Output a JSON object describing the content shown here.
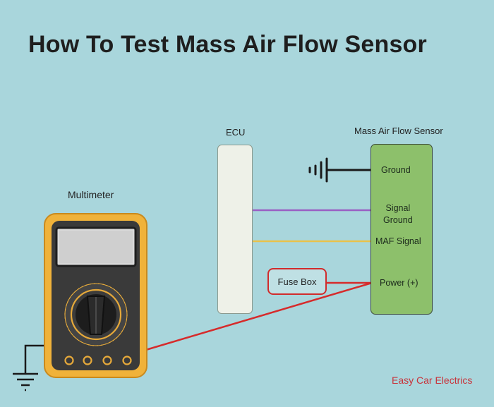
{
  "title": "How To Test Mass Air Flow Sensor",
  "labels": {
    "ecu": "ECU",
    "maf_sensor": "Mass Air Flow Sensor",
    "multimeter": "Multimeter",
    "fuse_box": "Fuse Box"
  },
  "pins": {
    "ground": "Ground",
    "signal_ground_line1": "Signal",
    "signal_ground_line2": "Ground",
    "maf_signal": "MAF Signal",
    "power": "Power (+)"
  },
  "brand": "Easy Car Electrics",
  "colors": {
    "background": "#a9d6dc",
    "signal_ground_wire": "#9a5fc4",
    "maf_signal_wire": "#e9c24b",
    "power_wire": "#d62b2b",
    "sensor_body": "#8dc06b",
    "multimeter_casing": "#f0b23a"
  },
  "icons": [
    "ground-symbol-icon",
    "chassis-ground-icon",
    "multimeter-icon",
    "rotary-dial-icon"
  ]
}
